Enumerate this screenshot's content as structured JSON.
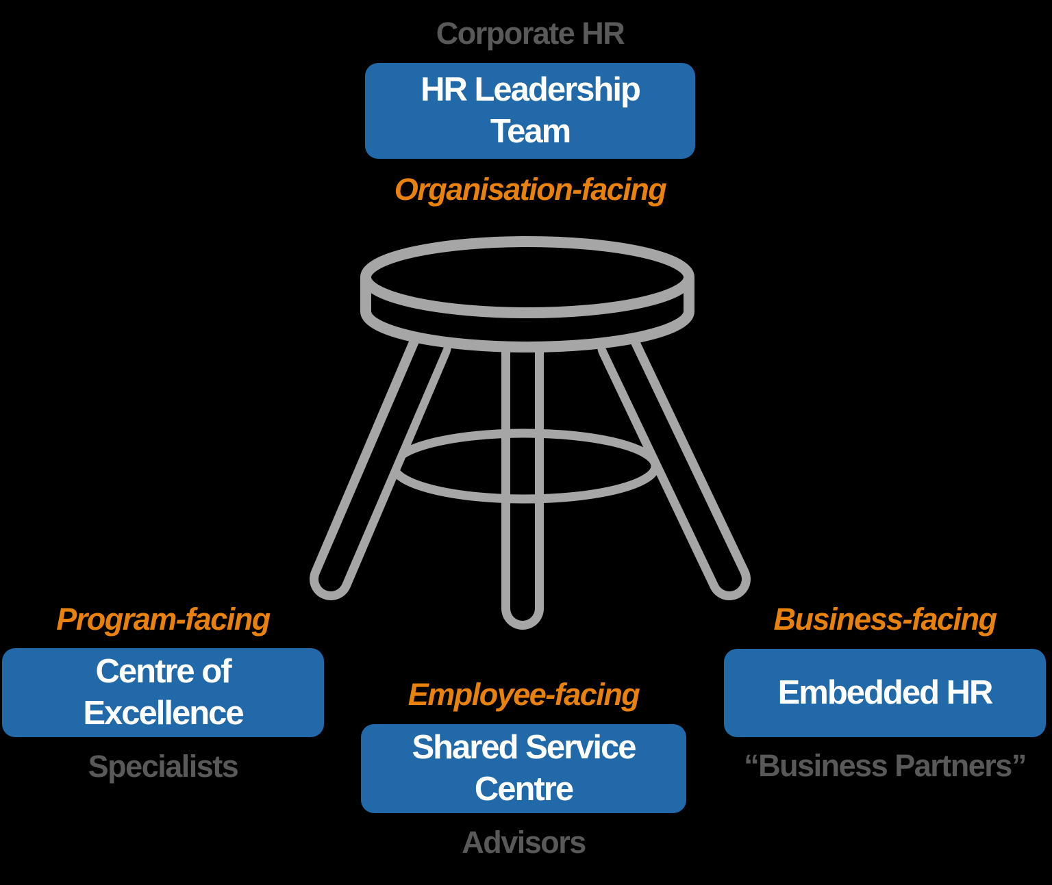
{
  "diagram": {
    "title_hint": "HR operating model three-legged stool",
    "top": {
      "category_label": "Corporate HR",
      "box_line1": "HR Leadership",
      "box_line2": "Team",
      "facing_label": "Organisation-facing"
    },
    "left": {
      "facing_label": "Program-facing",
      "box_line1": "Centre of",
      "box_line2": "Excellence",
      "role_label": "Specialists"
    },
    "center": {
      "facing_label": "Employee-facing",
      "box_line1": "Shared Service",
      "box_line2": "Centre",
      "role_label": "Advisors"
    },
    "right": {
      "facing_label": "Business-facing",
      "box_line1": "Embedded HR",
      "role_label": "“Business Partners”"
    },
    "icons": {
      "stool": "three-legged-stool-icon"
    }
  },
  "colors": {
    "background": "#000000",
    "box_blue": "#2169A8",
    "accent_orange": "#E8820D",
    "text_gray": "#595959",
    "stool_gray": "#A6A6A6",
    "box_text": "#FFFFFF"
  }
}
